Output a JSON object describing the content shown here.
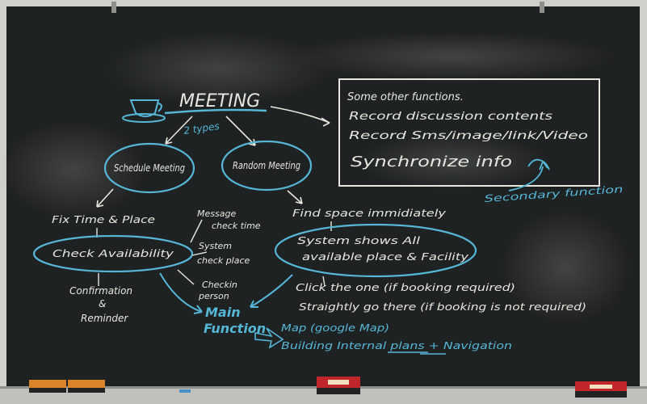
{
  "board": {
    "colors": {
      "board": "#1f2222",
      "frame": "#cfd0cc",
      "chalk_white": "#e8e6de",
      "chalk_cyan": "#56b6d6",
      "eraser_orange": "#d9832a",
      "eraser_red": "#c0262a"
    },
    "title": "MEETING",
    "types_note": "2 types",
    "schedule_meeting": "Schedule Meeting",
    "random_meeting": "Random Meeting",
    "left_branch": {
      "fix_time": "Fix Time & Place",
      "check_availability": "Check Availability",
      "message": "Message check time",
      "system": "System check place",
      "confirmation": "Confirmation & Reminder",
      "checkin": "Checkin person"
    },
    "right_branch": {
      "find_space": "Find space immidiately",
      "system_shows": "System shows All available place & Facility",
      "click_one": "Click the one (if booking required)",
      "straight": "Straightly go there (if booking is not required)"
    },
    "main_function": {
      "label": "Main Function",
      "map": "Map (google Map)",
      "building": "Building Internal plans + Navigation"
    },
    "other_functions": {
      "heading": "Some other functions.",
      "lines": [
        "Record discussion contents",
        "Record Sms/image/link/Video",
        "Synchronize info"
      ],
      "secondary": "Secondary function"
    },
    "icons": [
      "coffee-cup-icon",
      "eraser",
      "eraser"
    ]
  }
}
